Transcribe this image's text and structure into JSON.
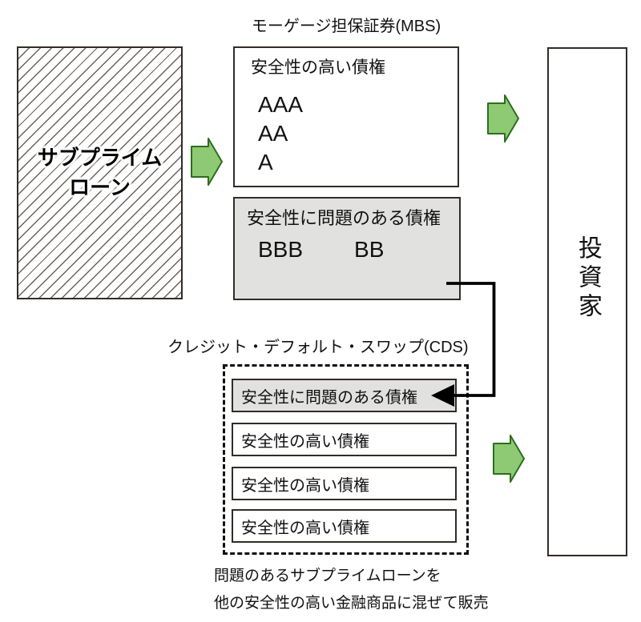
{
  "colors": {
    "arrow_fill": "#8ec973",
    "arrow_stroke": "#2d6e1e",
    "risky_fill": "#e1e1df",
    "box_border": "#322c28",
    "hatch_line": "#6b6058",
    "text": "#111111"
  },
  "icons": {
    "flow_arrow": "green-right-arrow",
    "connector_arrow": "black-left-arrowhead"
  },
  "subprime": {
    "line1": "サブプライム",
    "line2": "ローン"
  },
  "mbs": {
    "title": "モーゲージ担保証券(MBS)",
    "safe": {
      "label": "安全性の高い債権",
      "ratings": [
        "AAA",
        "AA",
        "A"
      ]
    },
    "risky": {
      "label": "安全性に問題のある債権",
      "ratings": [
        "BBB",
        "BB"
      ]
    }
  },
  "cds": {
    "title": "クレジット・デフォルト・スワップ(CDS)",
    "risky_label": "安全性に問題のある債権",
    "safe_labels": [
      "安全性の高い債権",
      "安全性の高い債権",
      "安全性の高い債権"
    ]
  },
  "investor": {
    "label": "投資家"
  },
  "caption": {
    "line1": "問題のあるサブプライムローンを",
    "line2": "他の安全性の高い金融商品に混ぜて販売"
  }
}
